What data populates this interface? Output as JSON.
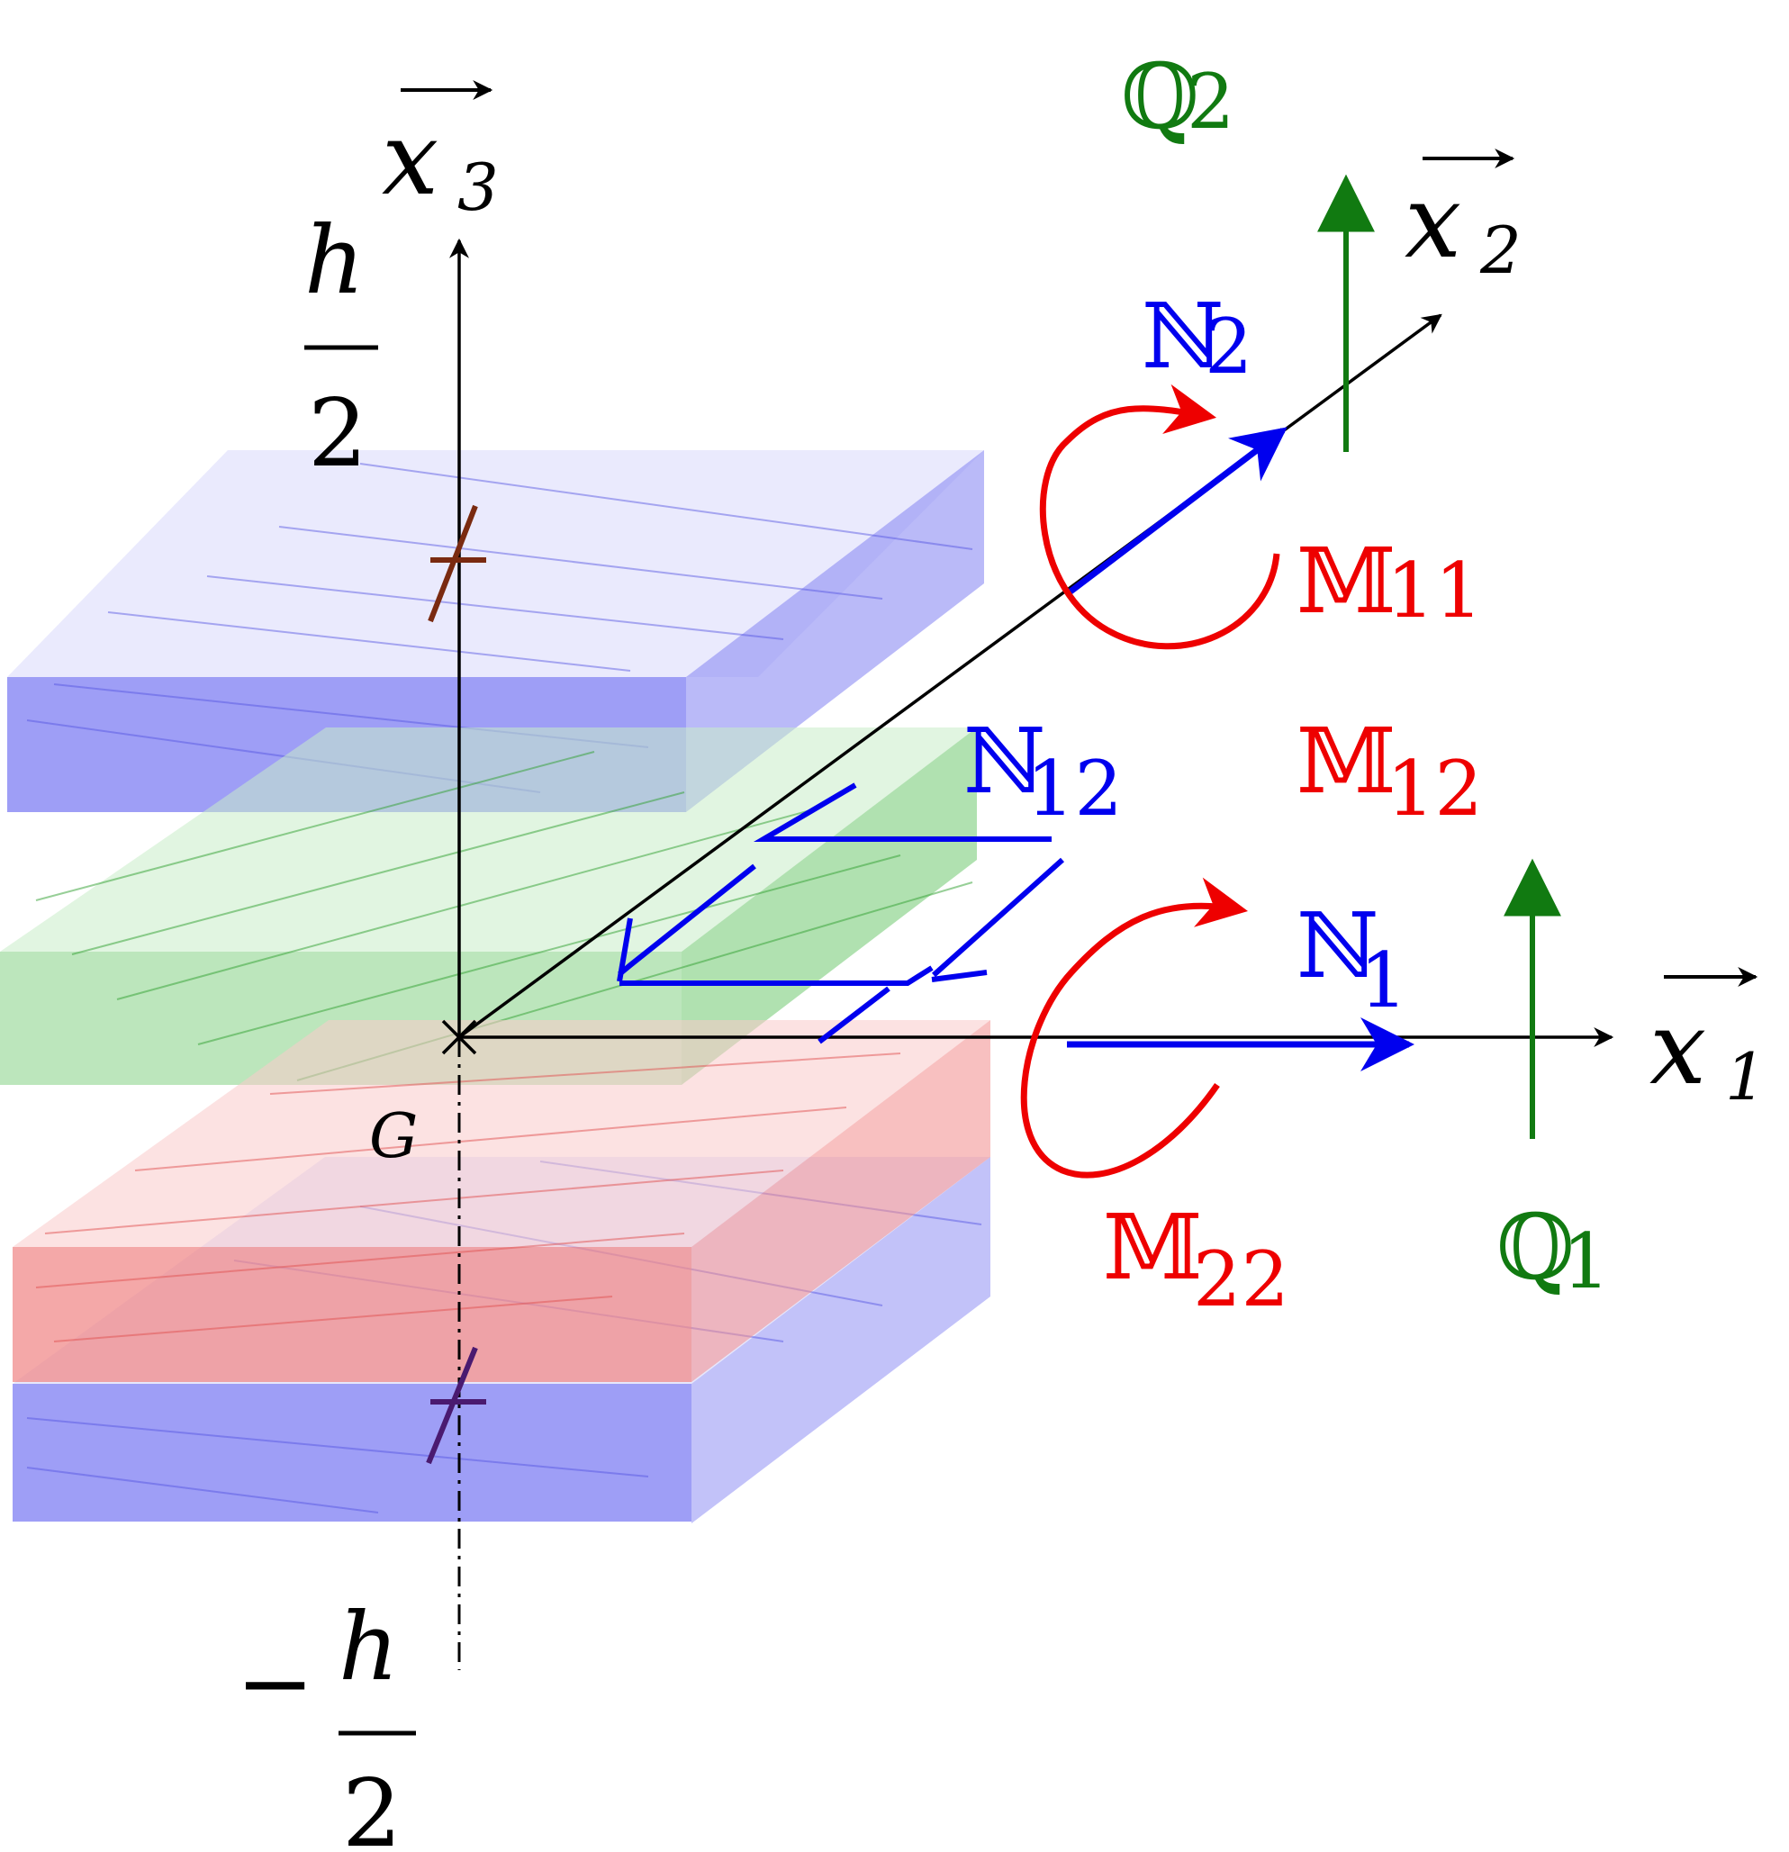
{
  "axes": {
    "x1": {
      "letter": "x",
      "sub": "1"
    },
    "x2": {
      "letter": "x",
      "sub": "2"
    },
    "x3": {
      "letter": "x",
      "sub": "3"
    }
  },
  "origin_label": "G",
  "thickness": {
    "top": {
      "num": "h",
      "den": "2"
    },
    "bottom": {
      "sign": "−",
      "num": "h",
      "den": "2"
    }
  },
  "forces": {
    "N1": {
      "letter": "ℕ",
      "sub": "1"
    },
    "N2": {
      "letter": "ℕ",
      "sub": "2"
    },
    "N12": {
      "letter": "ℕ",
      "sub": "12"
    },
    "Q1": {
      "letter": "ℚ",
      "sub": "1"
    },
    "Q2": {
      "letter": "ℚ",
      "sub": "2"
    }
  },
  "moments": {
    "M11": {
      "letter": "𝕄",
      "sub": "11"
    },
    "M12": {
      "letter": "𝕄",
      "sub": "12"
    },
    "M22": {
      "letter": "𝕄",
      "sub": "22"
    }
  },
  "colors": {
    "axis": "#000000",
    "normal_force": "#0000ee",
    "moment": "#ee0000",
    "shear_force": "#1a7a1a",
    "ply_blue": "#6f6ff5",
    "ply_green": "#6fcf6f",
    "ply_red": "#f47f7f",
    "tick": "#7a2a10"
  }
}
